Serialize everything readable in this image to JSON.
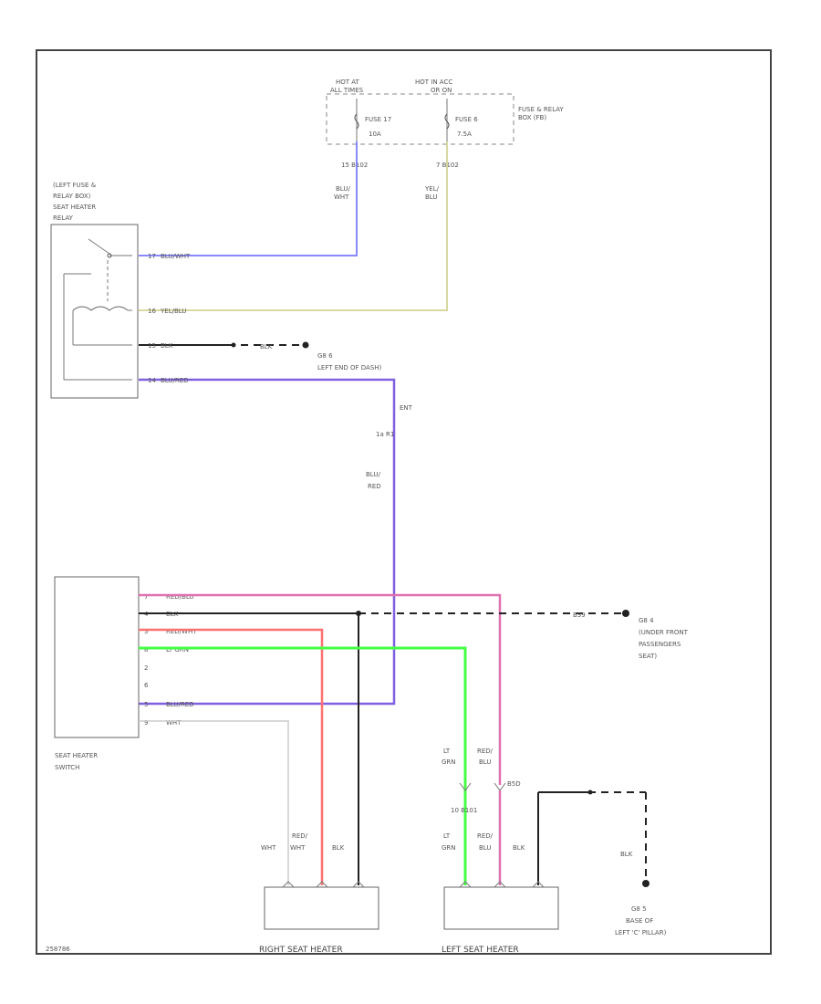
{
  "fuse_box": {
    "hot_at_all_times": [
      "HOT AT",
      "ALL TIMES"
    ],
    "hot_in_acc": [
      "HOT IN ACC",
      "OR ON"
    ],
    "label": [
      "FUSE & RELAY",
      "BOX (FB)"
    ],
    "fuse_17": [
      "FUSE 17",
      "10A"
    ],
    "fuse_6": [
      "FUSE 6",
      "7.5A"
    ],
    "conn_left": "15  B102",
    "conn_right": "7  B102"
  },
  "relay": {
    "label": [
      "(LEFT FUSE &",
      "RELAY BOX)",
      "SEAT HEATER",
      "RELAY"
    ],
    "pins": [
      {
        "pin": "17",
        "wire": "BLU/WHT"
      },
      {
        "pin": "16",
        "wire": "YEL/BLU"
      },
      {
        "pin": "15",
        "wire": "BLK"
      },
      {
        "pin": "14",
        "wire": "BLU/RED"
      }
    ]
  },
  "wire_labels": {
    "blu_wht": [
      "BLU/",
      "WHT"
    ],
    "yel_blu": [
      "YEL/",
      "BLU"
    ],
    "blk_mid": "BLK",
    "blu_red_vert": [
      "BLU/",
      "RED"
    ]
  },
  "ground_left_dash": {
    "label": [
      "G8 6",
      "LEFT END OF DASH)"
    ]
  },
  "connector_mid": {
    "top": "ENT",
    "bottom": "1a   R1"
  },
  "switch": {
    "label": [
      "SEAT HEATER",
      "SWITCH"
    ],
    "pins": [
      {
        "pin": "7",
        "wire": "RED/BLU"
      },
      {
        "pin": "4",
        "wire": "BLK"
      },
      {
        "pin": "3",
        "wire": "RED/WHT"
      },
      {
        "pin": "8",
        "wire": "LT GRN"
      },
      {
        "pin": "2",
        "wire": ""
      },
      {
        "pin": "6",
        "wire": ""
      },
      {
        "pin": "5",
        "wire": "BLU/RED"
      },
      {
        "pin": "9",
        "wire": "WHT"
      }
    ]
  },
  "ground_front": {
    "wire": "B39",
    "label": [
      "G8 4",
      "(UNDER FRONT",
      "PASSENGERS",
      "SEAT)"
    ]
  },
  "left_connector": {
    "top_labels": [
      "LT",
      "GRN",
      "RED/",
      "BLU"
    ],
    "pin_label": "B5D",
    "conn": "10   B101",
    "bottom_labels": [
      "LT",
      "GRN",
      "RED/",
      "BLU",
      "BLK"
    ]
  },
  "right_heater": {
    "wires": [
      "WHT",
      "RED/",
      "WHT",
      "BLK"
    ],
    "label": "RIGHT SEAT HEATER"
  },
  "left_heater": {
    "label": "LEFT SEAT HEATER"
  },
  "ground_c_pillar": {
    "wire": "BLK",
    "label": [
      "G8 5",
      "BASE OF",
      "LEFT 'C' PILLAR)"
    ]
  },
  "corner_code": "258786",
  "colors": {
    "blu_wht": "#8888ff",
    "yel_blu": "#d8d8a0",
    "blu_red": "#8060e0",
    "red_blu": "#e070b0",
    "red_wht": "#ff7070",
    "lt_grn": "#44ff44",
    "blk": "#222222",
    "wht": "#cccccc"
  }
}
